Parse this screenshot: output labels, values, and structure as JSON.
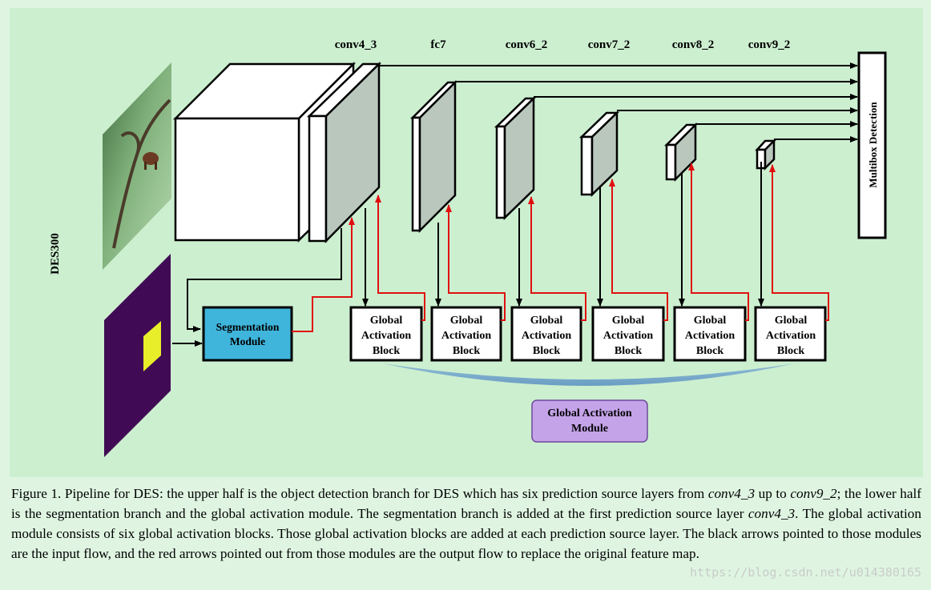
{
  "diagram": {
    "layer_labels": [
      "conv4_3",
      "fc7",
      "conv6_2",
      "conv7_2",
      "conv8_2",
      "conv9_2"
    ],
    "side_label": "DES300",
    "multibox_label": "Multibox Detection",
    "segmentation_label_line1": "Segmentation",
    "segmentation_label_line2": "Module",
    "gab_line1": "Global",
    "gab_line2": "Activation",
    "gab_line3": "Block",
    "gam_line1": "Global Activation",
    "gam_line2": "Module",
    "colors": {
      "background": "#ccefd0",
      "input_arrow": "#000000",
      "output_arrow": "#e01010",
      "feature_face": "#b9c7bd",
      "segmentation_module": "#3fb5dc",
      "global_activation_module": "#c4a3e8",
      "mask_background": "#400a54",
      "mask_object": "#e8ee2a"
    }
  },
  "caption": {
    "part1": "Figure 1. Pipeline for DES: the upper half is the object detection branch for DES which has six prediction source layers from ",
    "ital1": "conv4_3",
    "part2": " up to ",
    "ital2": "conv9_2",
    "part3": "; the lower half is the segmentation branch and the global activation module. The segmentation branch is added at the first prediction source layer ",
    "ital3": "conv4_3",
    "part4": ". The global activation module consists of six global activation blocks. Those global activation blocks are added at each prediction source layer. The black arrows pointed to those modules are the input flow, and the red arrows pointed out from those modules are the output flow to replace the original feature map."
  },
  "watermark": "https://blog.csdn.net/u014380165"
}
